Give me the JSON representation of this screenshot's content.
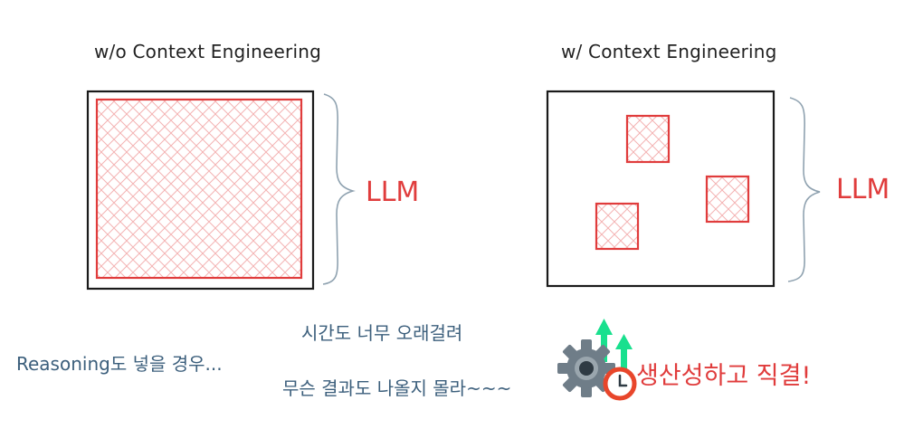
{
  "left_panel": {
    "title": "w/o Context Engineering",
    "llm_label": "LLM"
  },
  "right_panel": {
    "title": "w/ Context Engineering",
    "llm_label": "LLM"
  },
  "notes": {
    "reasoning": "Reasoning도 넣을 경우...",
    "time": "시간도 너무 오래걸려",
    "result": "무슨 결과도 나올지 몰라~~~"
  },
  "productivity_label": "생산성하고 직결!",
  "colors": {
    "accent_red": "#e03c3c",
    "hatch_pink": "#f4b3b3",
    "note_blue": "#3c5f7c",
    "gear_gray": "#6f7d88",
    "arrow_green": "#19e08e",
    "outline": "#1a1a1a"
  },
  "icons": [
    "gear-icon",
    "clock-icon",
    "arrow-up-icon"
  ]
}
